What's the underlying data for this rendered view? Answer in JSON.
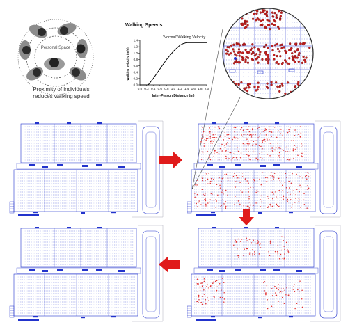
{
  "personal_space": {
    "ring_label": "Personal Space",
    "caption_line1": "Proximity of individuals",
    "caption_line2": "reduces walking speed"
  },
  "chart_data": {
    "type": "line",
    "title": "Walking Speeds",
    "annotation": "'Normal' Walking Velocity",
    "xlabel": "Inter-Person Distance (m)",
    "ylabel": "Walking Velocity (m/s)",
    "xlim": [
      0,
      2.0
    ],
    "ylim": [
      0,
      1.4
    ],
    "xticks": [
      "0.0",
      "0.2",
      "0.4",
      "0.6",
      "0.8",
      "1.0",
      "1.2",
      "1.4",
      "1.6",
      "1.8",
      "2.0"
    ],
    "yticks": [
      "0.0",
      "0.2",
      "0.4",
      "0.6",
      "0.8",
      "1.0",
      "1.2",
      "1.4"
    ],
    "series": [
      {
        "x": [
          0.0,
          0.25,
          0.4,
          0.6,
          0.8,
          1.0,
          1.2,
          1.3,
          1.4,
          1.6,
          1.8,
          2.0
        ],
        "y": [
          0.0,
          0.0,
          0.2,
          0.5,
          0.8,
          1.05,
          1.25,
          1.3,
          1.33,
          1.33,
          1.33,
          1.33
        ]
      }
    ]
  },
  "colors": {
    "plan_line": "#2233cc",
    "crowd": "#e23030",
    "arrow": "#e01b1b",
    "person_grey": "#8c8c8c",
    "person_dark": "#2b2b2b"
  },
  "arrows": [
    "right",
    "down",
    "left"
  ]
}
